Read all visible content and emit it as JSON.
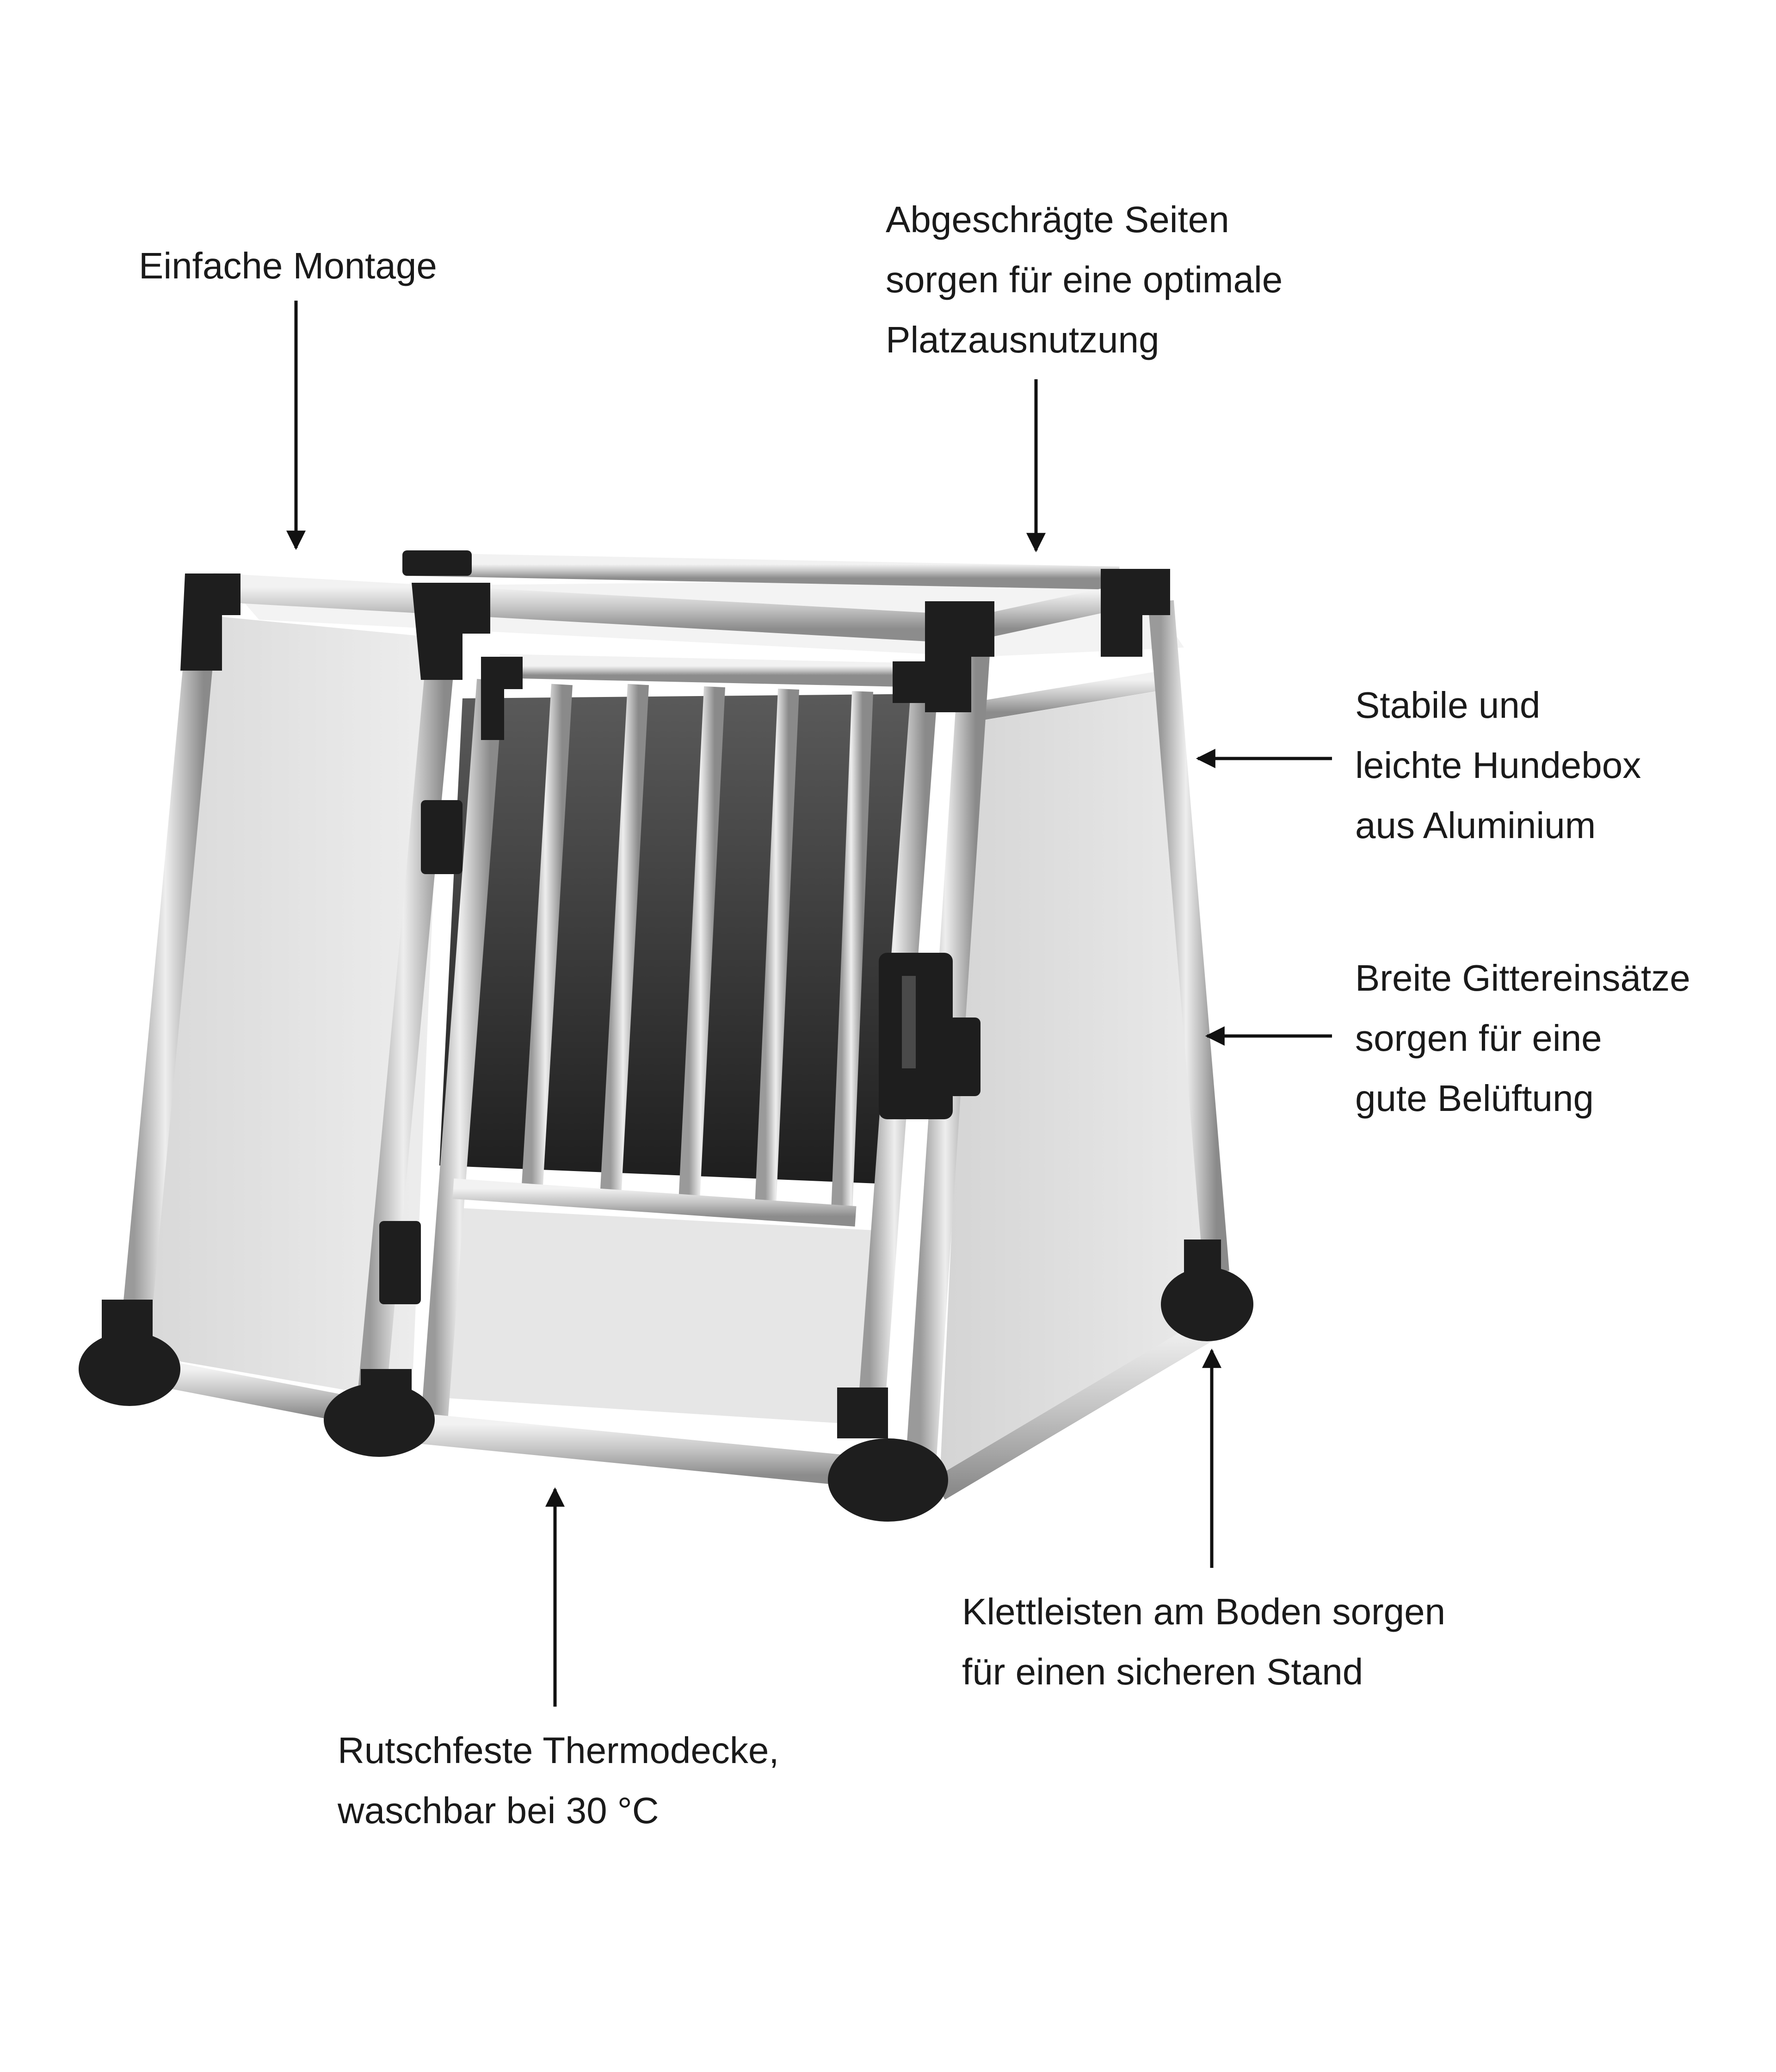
{
  "callouts": {
    "assembly": {
      "lines": [
        "Einfache Montage"
      ]
    },
    "sides": {
      "lines": [
        "Abgeschrägte Seiten",
        "sorgen für eine optimale",
        "Platzausnutzung"
      ]
    },
    "material": {
      "lines": [
        "Stabile und",
        "leichte Hundebox",
        "aus Aluminium"
      ]
    },
    "ventilation": {
      "lines": [
        "Breite Gittereinsätze",
        "sorgen für eine",
        "gute Belüftung"
      ]
    },
    "velcro": {
      "lines": [
        "Klettleisten am Boden sorgen",
        "für einen sicheren Stand"
      ]
    },
    "blanket": {
      "lines": [
        "Rutschfeste Thermodecke,",
        "waschbar bei 30 °C"
      ]
    }
  },
  "colors": {
    "panel": "#e4e4e4",
    "tube": "#c9c9c9",
    "corner": "#1e1e1e",
    "interior": "#3a3a3a",
    "arrow": "#111111"
  }
}
